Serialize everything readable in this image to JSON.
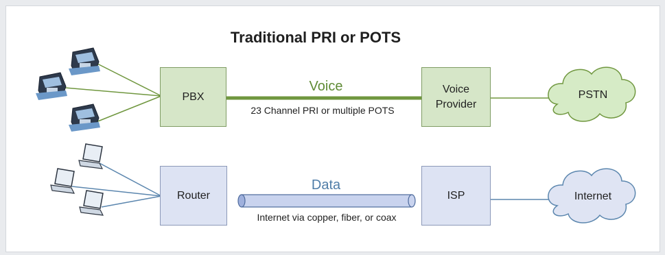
{
  "title": "Traditional PRI or POTS",
  "voice_row": {
    "pbx": "PBX",
    "link_label": "Voice",
    "link_sublabel": "23 Channel PRI or multiple POTS",
    "provider_line1": "Voice",
    "provider_line2": "Provider",
    "cloud": "PSTN"
  },
  "data_row": {
    "router": "Router",
    "link_label": "Data",
    "link_sublabel": "Internet via copper, fiber, or coax",
    "isp": "ISP",
    "cloud": "Internet"
  },
  "colors": {
    "green_line": "#70973f",
    "blue_line": "#5b86ae",
    "voice_label": "#5f8b35",
    "data_label": "#4f7da8",
    "cloud_green_fill": "#d6ebc6",
    "cloud_blue_fill": "#dfe4f3"
  },
  "icons": [
    "telephone-icon",
    "laptop-icon",
    "pipe-icon",
    "cloud-icon"
  ]
}
